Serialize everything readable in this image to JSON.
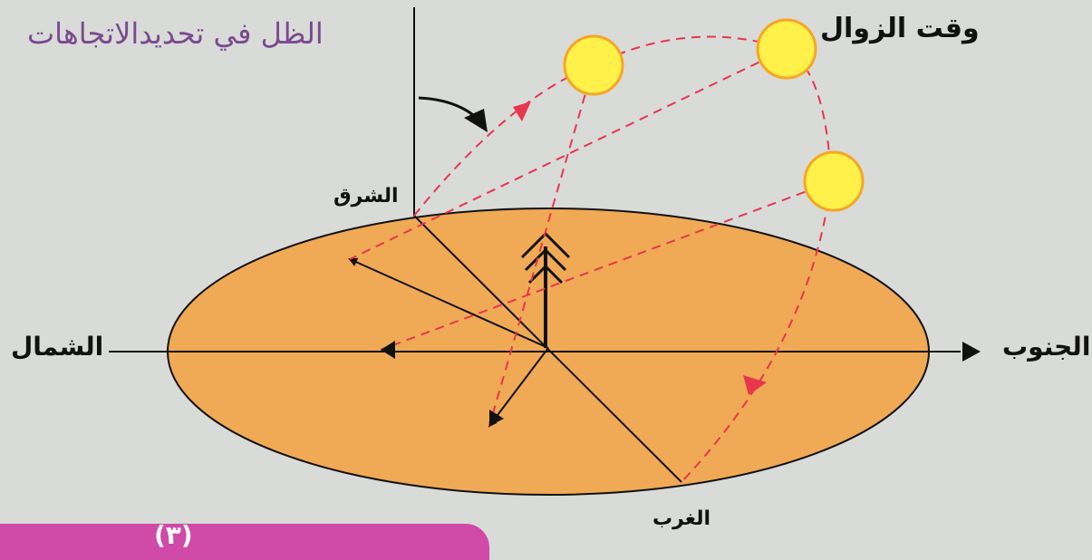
{
  "title": "الظل في تحديدالاتجاهات",
  "labels": {
    "noon": "وقت الزوال",
    "east": "الشرق",
    "north": "الشمال",
    "south": "الجنوب",
    "west": "الغرب"
  },
  "footer_tab": {
    "text": "(٣)",
    "color": "#d04aa8"
  },
  "colors": {
    "background": "#d9dbd8",
    "ground": "#f0a955",
    "sun": "#fff04a",
    "sun_outline": "#f6a623",
    "path": "#e8364e",
    "lines": "#111111",
    "title": "#7a4a8f"
  }
}
